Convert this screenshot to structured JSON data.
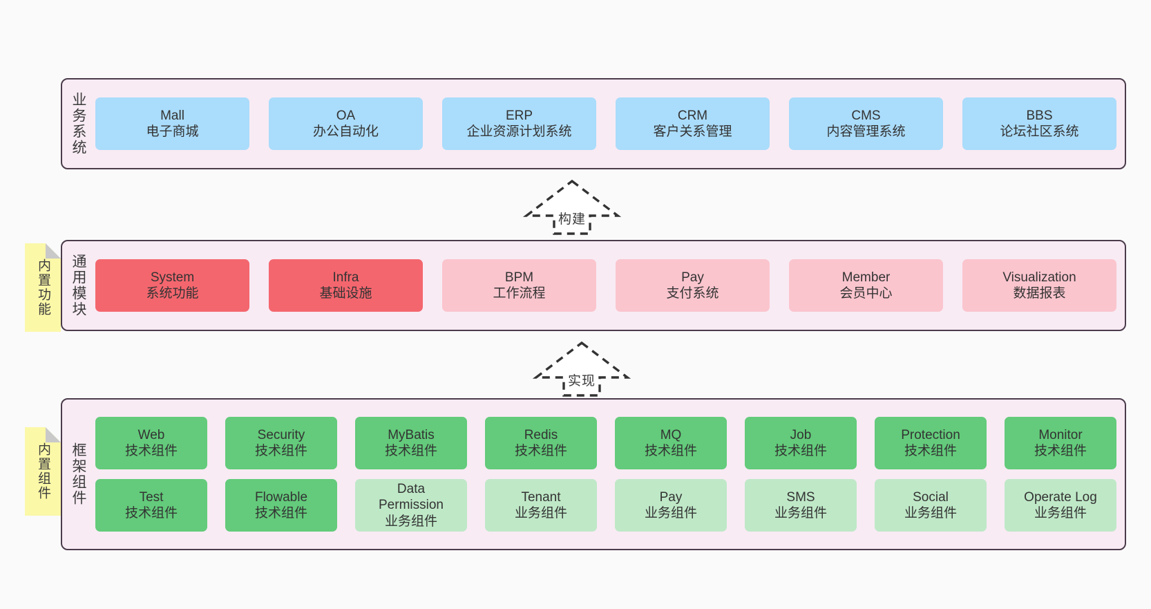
{
  "theme": {
    "background": "#fafafa",
    "panel_bg": "#f8ebf4",
    "panel_border": "#4b3b4b",
    "note_bg": "#fbf8a8",
    "note_fold": "#c9c9c9",
    "card_blue": "#aadcfb",
    "card_red": "#f4666e",
    "card_pink": "#fbc5ce",
    "card_green": "#63cb7b",
    "card_green_light": "#bfe8c7",
    "text": "#333333"
  },
  "layers": [
    {
      "id": "business-systems",
      "title": "业务系统",
      "rows": [
        [
          {
            "en": "Mall",
            "cn": "电子商城",
            "color": "c-blue"
          },
          {
            "en": "OA",
            "cn": "办公自动化",
            "color": "c-blue"
          },
          {
            "en": "ERP",
            "cn": "企业资源计划系统",
            "color": "c-blue"
          },
          {
            "en": "CRM",
            "cn": "客户关系管理",
            "color": "c-blue"
          },
          {
            "en": "CMS",
            "cn": "内容管理系统",
            "color": "c-blue"
          },
          {
            "en": "BBS",
            "cn": "论坛社区系统",
            "color": "c-blue"
          }
        ]
      ]
    },
    {
      "id": "common-modules",
      "title": "通用模块",
      "note": "内置功能",
      "rows": [
        [
          {
            "en": "System",
            "cn": "系统功能",
            "color": "c-red"
          },
          {
            "en": "Infra",
            "cn": "基础设施",
            "color": "c-red"
          },
          {
            "en": "BPM",
            "cn": "工作流程",
            "color": "c-pink"
          },
          {
            "en": "Pay",
            "cn": "支付系统",
            "color": "c-pink"
          },
          {
            "en": "Member",
            "cn": "会员中心",
            "color": "c-pink"
          },
          {
            "en": "Visualization",
            "cn": "数据报表",
            "color": "c-pink"
          }
        ]
      ]
    },
    {
      "id": "framework-components",
      "title": "框架组件",
      "note": "内置组件",
      "rows": [
        [
          {
            "en": "Web",
            "cn": "技术组件",
            "color": "c-green"
          },
          {
            "en": "Security",
            "cn": "技术组件",
            "color": "c-green"
          },
          {
            "en": "MyBatis",
            "cn": "技术组件",
            "color": "c-green"
          },
          {
            "en": "Redis",
            "cn": "技术组件",
            "color": "c-green"
          },
          {
            "en": "MQ",
            "cn": "技术组件",
            "color": "c-green"
          },
          {
            "en": "Job",
            "cn": "技术组件",
            "color": "c-green"
          },
          {
            "en": "Protection",
            "cn": "技术组件",
            "color": "c-green"
          },
          {
            "en": "Monitor",
            "cn": "技术组件",
            "color": "c-green"
          }
        ],
        [
          {
            "en": "Test",
            "cn": "技术组件",
            "color": "c-green"
          },
          {
            "en": "Flowable",
            "cn": "技术组件",
            "color": "c-green"
          },
          {
            "en": "Data Permission",
            "cn": "业务组件",
            "color": "c-green-light"
          },
          {
            "en": "Tenant",
            "cn": "业务组件",
            "color": "c-green-light"
          },
          {
            "en": "Pay",
            "cn": "业务组件",
            "color": "c-green-light"
          },
          {
            "en": "SMS",
            "cn": "业务组件",
            "color": "c-green-light"
          },
          {
            "en": "Social",
            "cn": "业务组件",
            "color": "c-green-light"
          },
          {
            "en": "Operate Log",
            "cn": "业务组件",
            "color": "c-green-light"
          }
        ]
      ]
    }
  ],
  "connectors": [
    {
      "id": "build",
      "label": "构建"
    },
    {
      "id": "implement",
      "label": "实现"
    }
  ]
}
